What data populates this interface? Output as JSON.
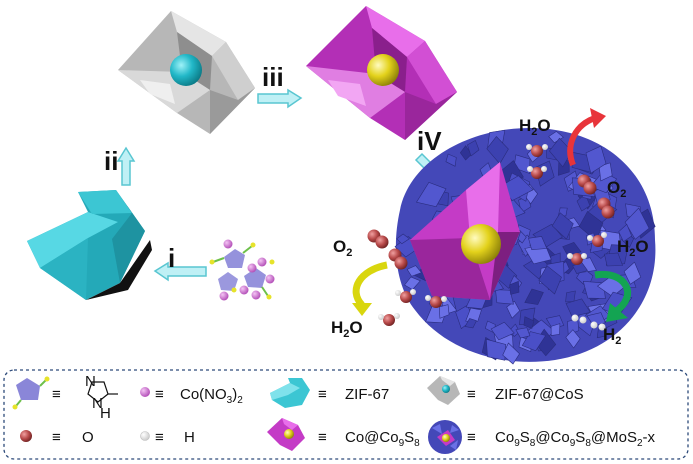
{
  "steps": {
    "i": "i",
    "ii": "ii",
    "iii": "iii",
    "iv": "iV"
  },
  "labels": {
    "h2o_top": "H",
    "h2o_top_sub": "2",
    "h2o_top_end": "O",
    "o2_right": "O",
    "o2_right_sub": "2",
    "h2o_right": "H",
    "h2o_right_sub": "2",
    "h2o_right_end": "O",
    "o2_left": "O",
    "o2_left_sub": "2",
    "h2o_bottom": "H",
    "h2o_bottom_sub": "2",
    "h2o_bottom_end": "O",
    "h2_out": "H",
    "h2_out_sub": "2"
  },
  "legend": {
    "equiv": "≡",
    "linker_label": "",
    "co_nitrate": "Co(NO",
    "co_nitrate_sub": "3",
    "co_nitrate_end": ")",
    "co_nitrate_sub2": "2",
    "zif67": "ZIF-67",
    "zif67_cos": "ZIF-67@CoS",
    "oxygen": "O",
    "hydrogen": "H",
    "co_co9s8": "Co@Co",
    "co_co9s8_sub": "9",
    "co_co9s8_s": "S",
    "co_co9s8_sub2": "8",
    "composite_a": "Co",
    "composite_a_sub": "9",
    "composite_b": "S",
    "composite_b_sub": "8",
    "composite_c": "@Co",
    "composite_c_sub": "9",
    "composite_d": "S",
    "composite_d_sub": "8",
    "composite_e": "@MoS",
    "composite_e_sub": "2",
    "composite_f": "-x",
    "imidazole_n": "N",
    "imidazole_nh": "N",
    "imidazole_h": "H"
  },
  "colors": {
    "zif67": "#3cc6d3",
    "zif67_cos": "#a9a9a9",
    "co_co9s8": "#c43bc6",
    "mos2": "#4a4fc7",
    "core_sphere": "#e3d21b",
    "cyan_sphere": "#22b8c8",
    "oxygen": "#b84a4a",
    "arrow_fill": "#bff0f5",
    "arrow_stroke": "#59c6d1",
    "red_arrow": "#e8343a",
    "yellow_arrow": "#d9d60e",
    "green_arrow": "#13a452",
    "legend_border": "#2d4a7a"
  }
}
